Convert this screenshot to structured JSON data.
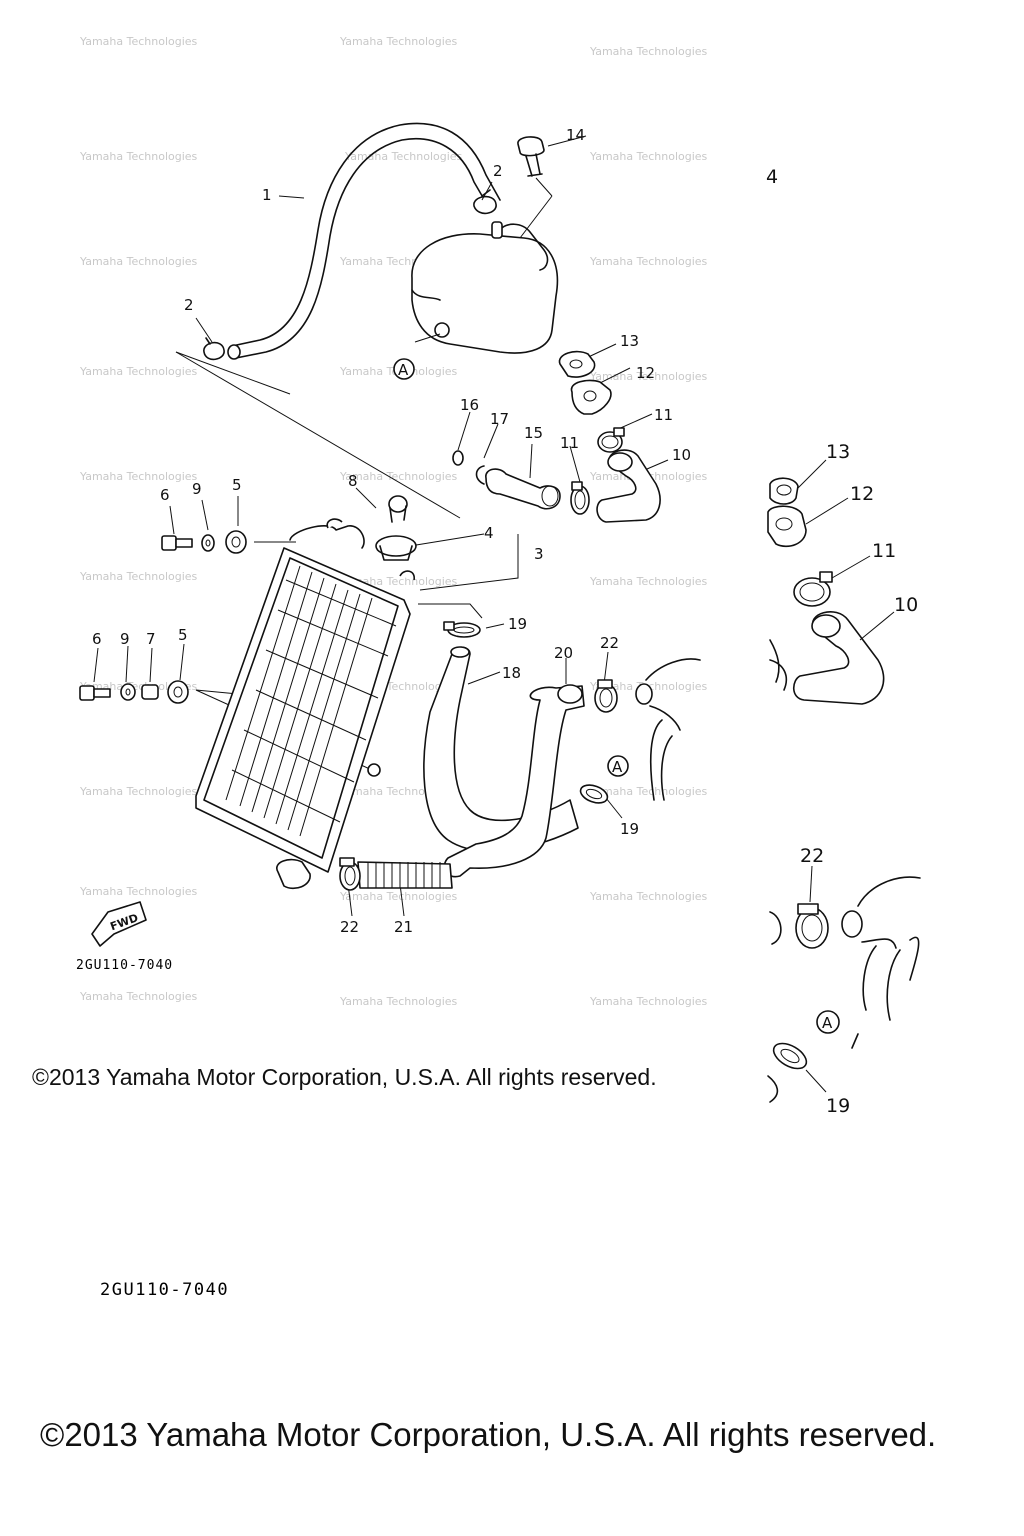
{
  "part_numbers": {
    "n1": "1",
    "n2": "2",
    "n3": "3",
    "n4": "4",
    "n5": "5",
    "n6": "6",
    "n7": "7",
    "n8": "8",
    "n9": "9",
    "n10": "10",
    "n11": "11",
    "n12": "12",
    "n13": "13",
    "n14": "14",
    "n15": "15",
    "n16": "16",
    "n17": "17",
    "n18": "18",
    "n19": "19",
    "n20": "20",
    "n21": "21",
    "n22": "22"
  },
  "markers": {
    "a": "A",
    "fwd": "FWD"
  },
  "diagram_code": "2GU110-7040",
  "copyright": "©2013 Yamaha Motor Corporation, U.S.A. All rights reserved.",
  "watermark": "Yamaha Technologies"
}
